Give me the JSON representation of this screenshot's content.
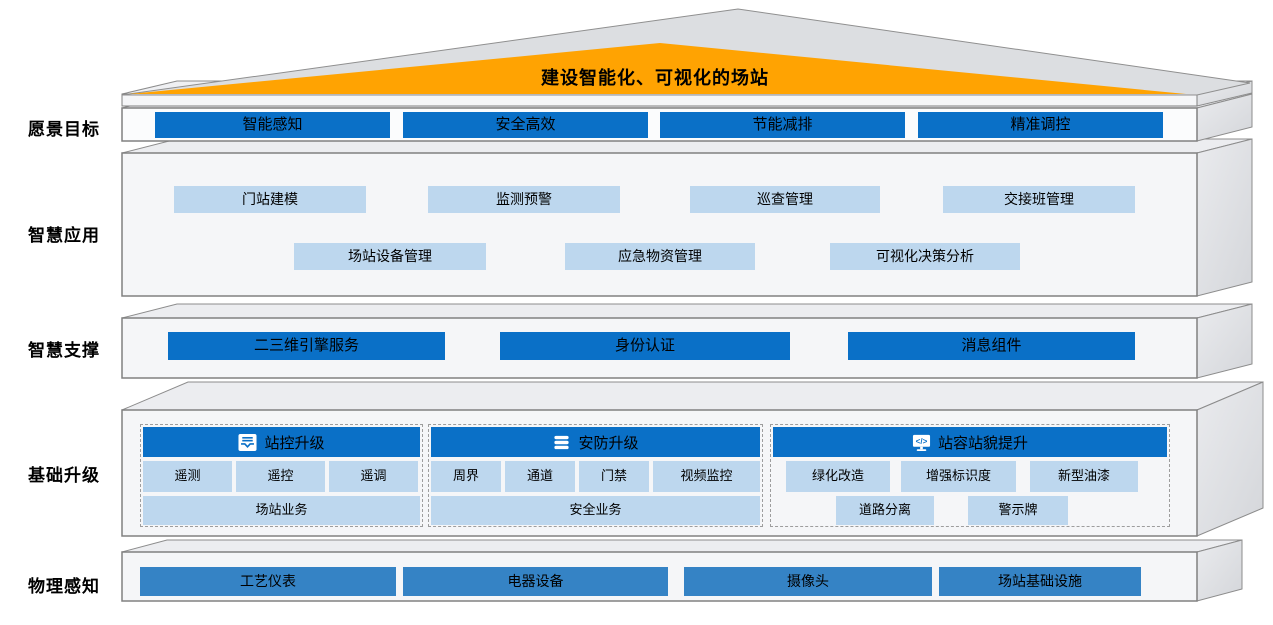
{
  "roof": {
    "title": "建设智能化、可视化的场站"
  },
  "vision": {
    "label": "愿景目标",
    "items": [
      "智能感知",
      "安全高效",
      "节能减排",
      "精准调控"
    ]
  },
  "apps": {
    "label": "智慧应用",
    "row1": [
      "门站建模",
      "监测预警",
      "巡查管理",
      "交接班管理"
    ],
    "row2": [
      "场站设备管理",
      "应急物资管理",
      "可视化决策分析"
    ]
  },
  "support": {
    "label": "智慧支撑",
    "items": [
      "二三维引擎服务",
      "身份认证",
      "消息组件"
    ]
  },
  "base": {
    "label": "基础升级",
    "groups": [
      {
        "title": "站控升级",
        "icon": "inbox-icon",
        "row1": [
          "遥测",
          "遥控",
          "遥调"
        ],
        "row2": [
          "场站业务"
        ]
      },
      {
        "title": "安防升级",
        "icon": "stack-icon",
        "row1": [
          "周界",
          "通道",
          "门禁",
          "视频监控"
        ],
        "row2": [
          "安全业务"
        ]
      },
      {
        "title": "站容站貌提升",
        "icon": "monitor-code-icon",
        "row1": [
          "绿化改造",
          "增强标识度",
          "新型油漆"
        ],
        "row2": [
          "道路分离",
          "警示牌"
        ]
      }
    ]
  },
  "physical": {
    "label": "物理感知",
    "items": [
      "工艺仪表",
      "电器设备",
      "摄像头",
      "场站基础设施"
    ]
  },
  "colors": {
    "accent_blue": "#0A70C7",
    "light_blue": "#BDD7EE",
    "medium_blue": "#3583C5",
    "roof_orange": "#FFA302",
    "panel_face": "#F5F6F8",
    "side_face": "#DEE0E4"
  }
}
